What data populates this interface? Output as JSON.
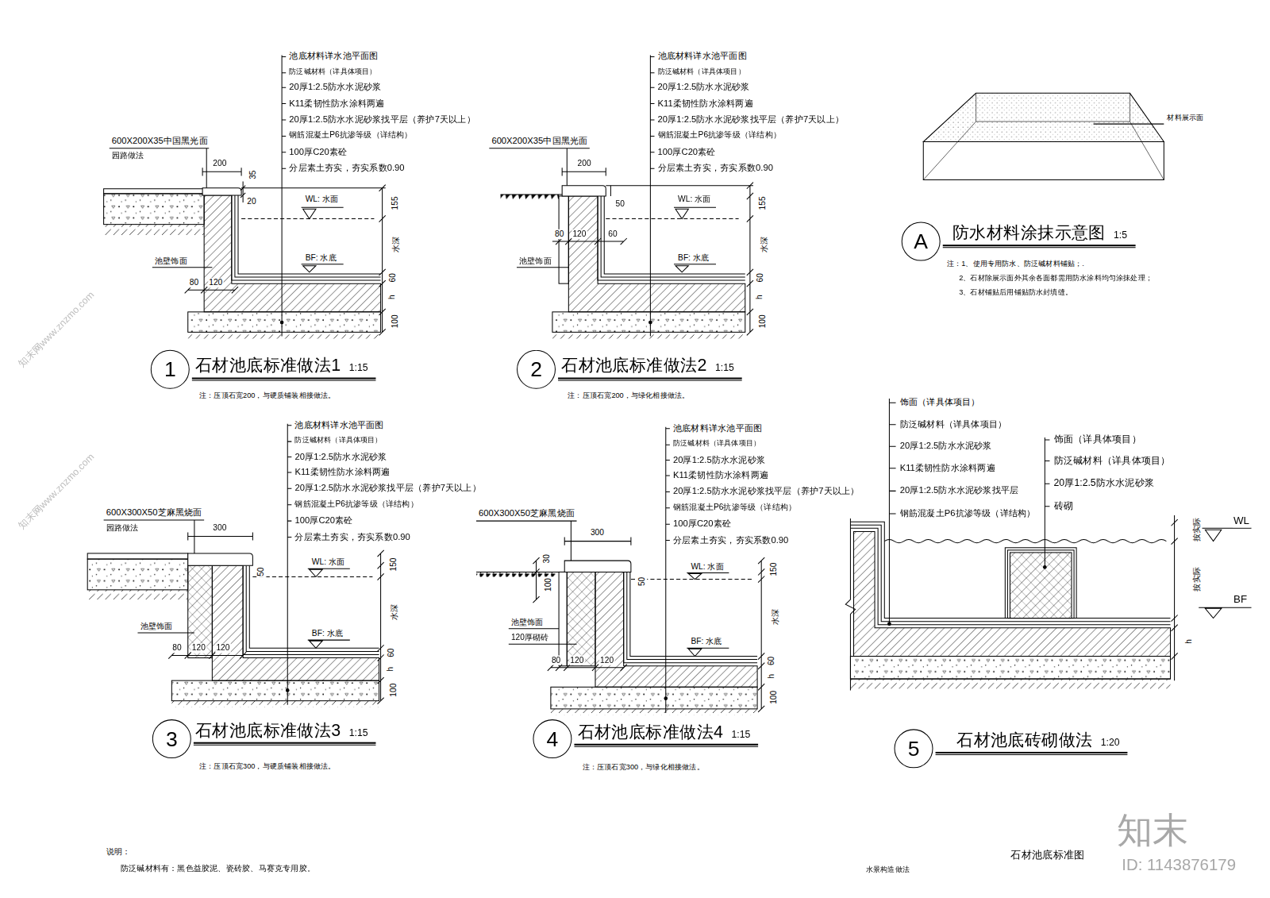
{
  "diagram": {
    "nodes": [
      {
        "text": [
          "1",
          "石材池底标准做法1",
          "1:15"
        ]
      },
      {
        "text": [
          "2",
          "石材池底标准做法2",
          "1:15"
        ]
      },
      {
        "text": [
          "A",
          "防水材料涂抹示意图",
          "1:5"
        ]
      },
      {
        "text": [
          "3",
          "石材池底标准做法3",
          "1:15"
        ]
      },
      {
        "text": [
          "4",
          "石材池底标准做法4",
          "1:15"
        ]
      },
      {
        "text": [
          "5",
          "石材池底砖砌做法",
          "1:20"
        ]
      }
    ],
    "labels": [
      "池底材料详水池平面图",
      "防泛碱材料（详具体项目）",
      "20厚1:2.5防水水泥砂浆",
      "K11柔韧性防水涂料两遍",
      "20厚1:2.5防水水泥砂浆找平层（养护7天以上）",
      "钢筋混凝土P6抗渗等级（详结构）",
      "100厚C20素砼",
      "分层素土夯实，夯实系数0.90",
      "600X200X35中国黑光面",
      "园路做法",
      "200",
      "35",
      "20",
      "WL: 水面",
      "155",
      "水深",
      "BF: 水底",
      "60",
      "h",
      "100",
      "池壁饰面",
      "80",
      "120",
      "注：压顶石宽200，与硬质铺装相接做法。",
      "池底材料详水池平面图",
      "防泛碱材料（详具体项目）",
      "20厚1:2.5防水水泥砂浆",
      "K11柔韧性防水涂料两遍",
      "20厚1:2.5防水水泥砂浆找平层（养护7天以上）",
      "钢筋混凝土P6抗渗等级（详结构）",
      "100厚C20素砼",
      "分层素土夯实，夯实系数0.90",
      "600X200X35中国黑光面",
      "200",
      "50",
      "WL: 水面",
      "155",
      "水深",
      "BF: 水底",
      "60",
      "h",
      "100",
      "80",
      "120",
      "60",
      "池壁饰面",
      "注：压顶石宽200，与绿化相接做法。",
      "材料展示面",
      "注：1、使用专用防水、防泛碱材料铺贴；.",
      "2、石材除展示面外其余各面都需用防水涂料均匀涂抹处理；",
      "3、石材铺贴后用铺贴防水封填缝。",
      "池底材料详水池平面图",
      "防泛碱材料（详具体项目）",
      "20厚1:2.5防水水泥砂浆",
      "K11柔韧性防水涂料两遍",
      "20厚1:2.5防水水泥砂浆找平层（养护7天以上）",
      "钢筋混凝土P6抗渗等级（详结构）",
      "100厚C20素砼",
      "分层素土夯实，夯实系数0.90",
      "600X300X50芝麻黑烧面",
      "园路做法",
      "300",
      "50",
      "WL: 水面",
      "150",
      "水深",
      "BF: 水底",
      "60",
      "h",
      "100",
      "池壁饰面",
      "80",
      "120",
      "120",
      "注：压顶石宽300，与硬质铺装相接做法。",
      "池底材料详水池平面图",
      "防泛碱材料（详具体项目）",
      "20厚1:2.5防水水泥砂浆",
      "K11柔韧性防水涂料两遍",
      "20厚1:2.5防水水泥砂浆找平层（养护7天以上）",
      "钢筋混凝土P6抗渗等级（详结构）",
      "100厚C20素砼",
      "分层素土夯实，夯实系数0.90",
      "600X300X50芝麻黑烧面",
      "300",
      "30",
      "100",
      "50",
      "WL: 水面",
      "150",
      "水深",
      "BF: 水底",
      "60",
      "h",
      "100",
      "池壁饰面",
      "120厚砌砖",
      "80",
      "120",
      "120",
      "注：压顶石宽300，与绿化相接做法。",
      "饰面（详具体项目）",
      "防泛碱材料（详具体项目）",
      "20厚1:2.5防水水泥砂浆",
      "K11柔韧性防水涂料两遍",
      "20厚1:2.5防水水泥砂浆找平层",
      "钢筋混凝土P6抗渗等级（详结构）",
      "饰面（详具体项目）",
      "防泛碱材料（详具体项目）",
      "20厚1:2.5防水水泥砂浆",
      "砖砌",
      "按实际",
      "按实际",
      "WL",
      "BF",
      "h",
      "说明：",
      "防泛碱材料有：黑色益胶泥、瓷砖胶、马赛克专用胶。",
      "水景构造做法",
      "石材池底标准图",
      "知末",
      "ID: 1143876179",
      "知末网www.znzmo.com",
      "知末网www.znzmo.com"
    ]
  }
}
